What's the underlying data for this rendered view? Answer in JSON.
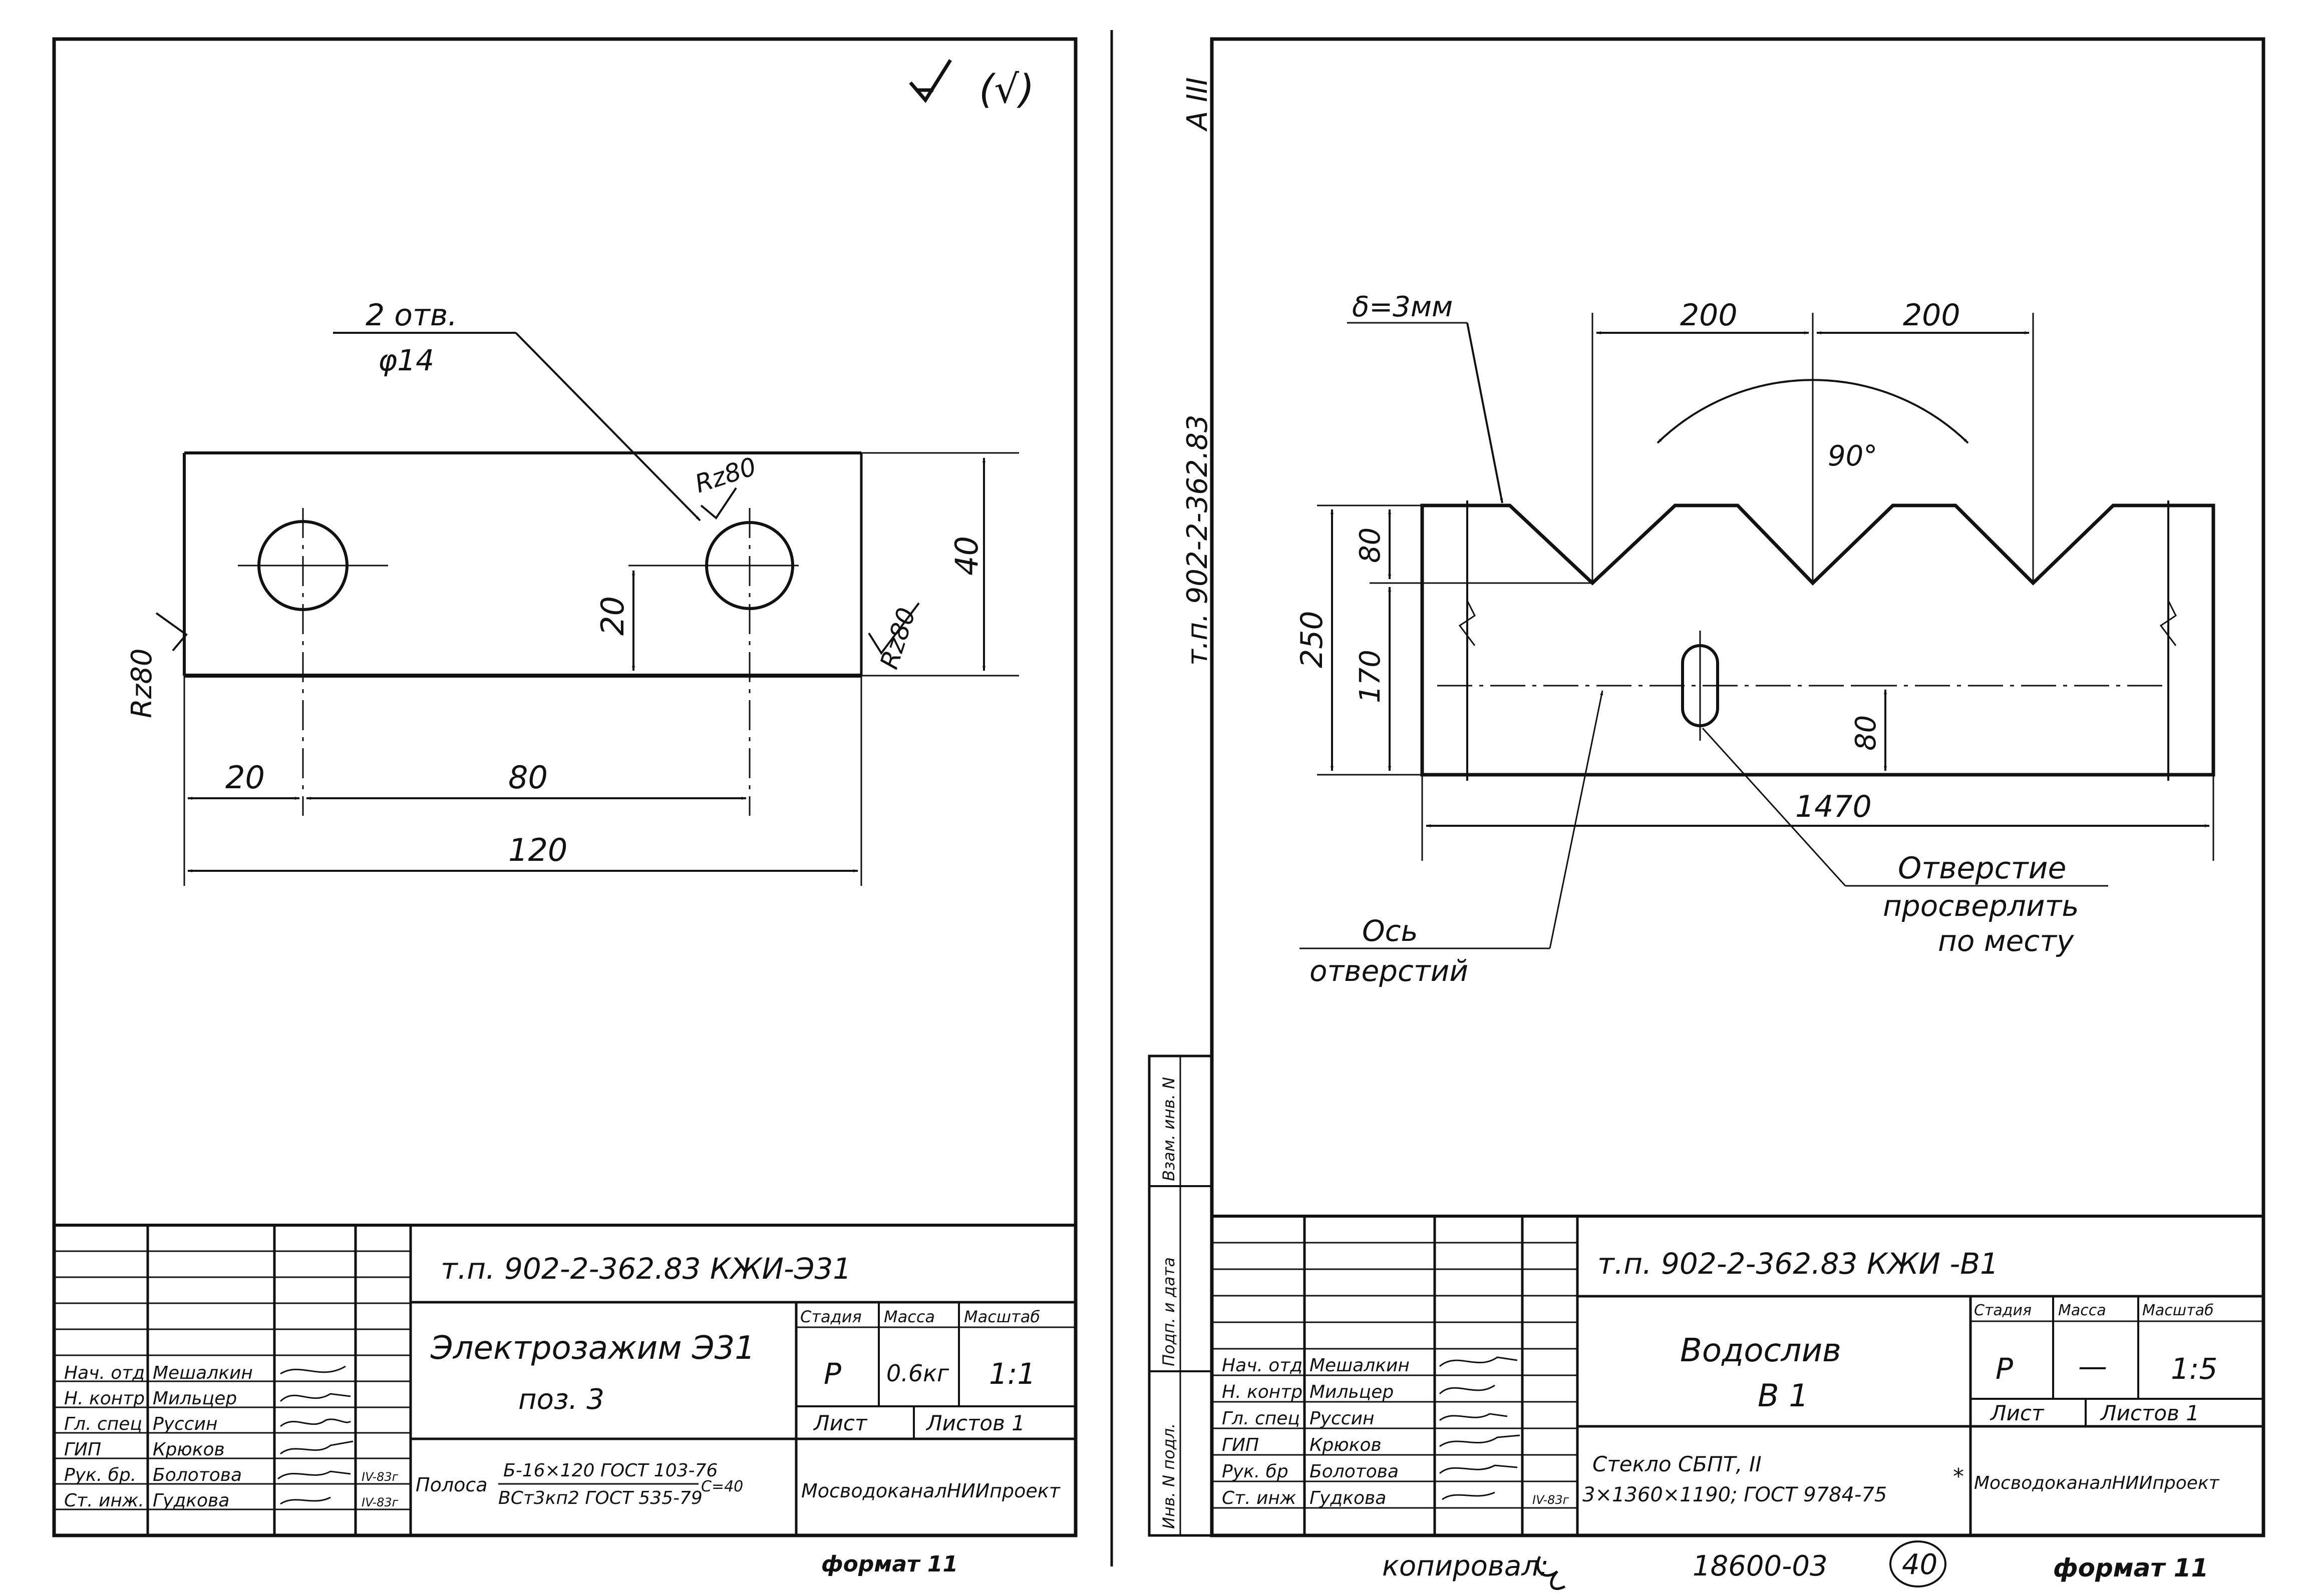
{
  "left_sheet": {
    "roughness_symbol": "(√)",
    "callout_line1": "2 отв.",
    "callout_line2": "φ14",
    "rough_top": "Rz80",
    "rough_left": "Rz80",
    "rough_right": "Rz80",
    "dim_height": "40",
    "dim_hole_height": "20",
    "dim_edge": "20",
    "dim_spacing": "80",
    "dim_length": "120",
    "doc_code": "т.п. 902-2-362.83   КЖИ-Э31",
    "title_line1": "Электрозажим Э31",
    "title_line2": "поз. 3",
    "material_prefix": "Полоса",
    "material_line1": "Б-16×120 ГОСТ 103-76",
    "material_line2": "ВСт3кп2  ГОСТ 535-79",
    "material_suffix": "С=40",
    "stage_header": "Стадия",
    "mass_header": "Масса",
    "scale_header": "Масштаб",
    "stage": "Р",
    "mass": "0.6кг",
    "scale": "1:1",
    "sheet_label": "Лист",
    "sheets_label": "Листов 1",
    "org": "МосводоканалНИИпроект",
    "format": "формат 11",
    "staff": [
      {
        "role": "Нач. отд",
        "name": "Мешалкин",
        "date": ""
      },
      {
        "role": "Н. контр",
        "name": "Мильцер",
        "date": ""
      },
      {
        "role": "Гл. спец",
        "name": "Руссин",
        "date": ""
      },
      {
        "role": "ГИП",
        "name": "Крюков",
        "date": ""
      },
      {
        "role": "Рук. бр.",
        "name": "Болотова",
        "date": "IV-83г"
      },
      {
        "role": "Ст. инж.",
        "name": "Гудкова",
        "date": "IV-83г"
      }
    ]
  },
  "right_sheet": {
    "corner_label": "А III",
    "side_code": "т.п. 902-2-362.83",
    "thickness": "δ=3мм",
    "dim_pitch_1": "200",
    "dim_pitch_2": "200",
    "angle": "90°",
    "dim_total_height": "250",
    "dim_notch_depth": "80",
    "dim_lower": "170",
    "dim_hole_offset": "80",
    "dim_length": "1470",
    "hole_note_line1": "Отверстие",
    "hole_note_line2": "просверлить",
    "hole_note_line3": "по месту",
    "axis_line1": "Ось",
    "axis_line2": "отверстий",
    "side_stamp": [
      "Взам. инв. N",
      "Подп. и дата",
      "Инв. N подл."
    ],
    "doc_code": "т.п. 902-2-362.83   КЖИ -В1",
    "title_line1": "Водослив",
    "title_line2": "В 1",
    "glass_line1": "Стекло         СБПТ, II",
    "glass_line2": "3×1360×1190;  ГОСТ 9784-75",
    "glass_star": "*",
    "stage_header": "Стадия",
    "mass_header": "Масса",
    "scale_header": "Масштаб",
    "stage": "Р",
    "mass": "—",
    "scale": "1:5",
    "sheet_label": "Лист",
    "sheets_label": "Листов 1",
    "org": "МосводоканалНИИпроект",
    "copied": "копировал:",
    "archive_number": "18600-03",
    "page_number": "40",
    "format": "формат 11",
    "staff": [
      {
        "role": "Нач. отд",
        "name": "Мешалкин",
        "date": ""
      },
      {
        "role": "Н. контр",
        "name": "Мильцер",
        "date": ""
      },
      {
        "role": "Гл. спец",
        "name": "Руссин",
        "date": ""
      },
      {
        "role": "ГИП",
        "name": "Крюков",
        "date": ""
      },
      {
        "role": "Рук. бр",
        "name": "Болотова",
        "date": ""
      },
      {
        "role": "Ст. инж",
        "name": "Гудкова",
        "date": "IV-83г"
      }
    ]
  }
}
